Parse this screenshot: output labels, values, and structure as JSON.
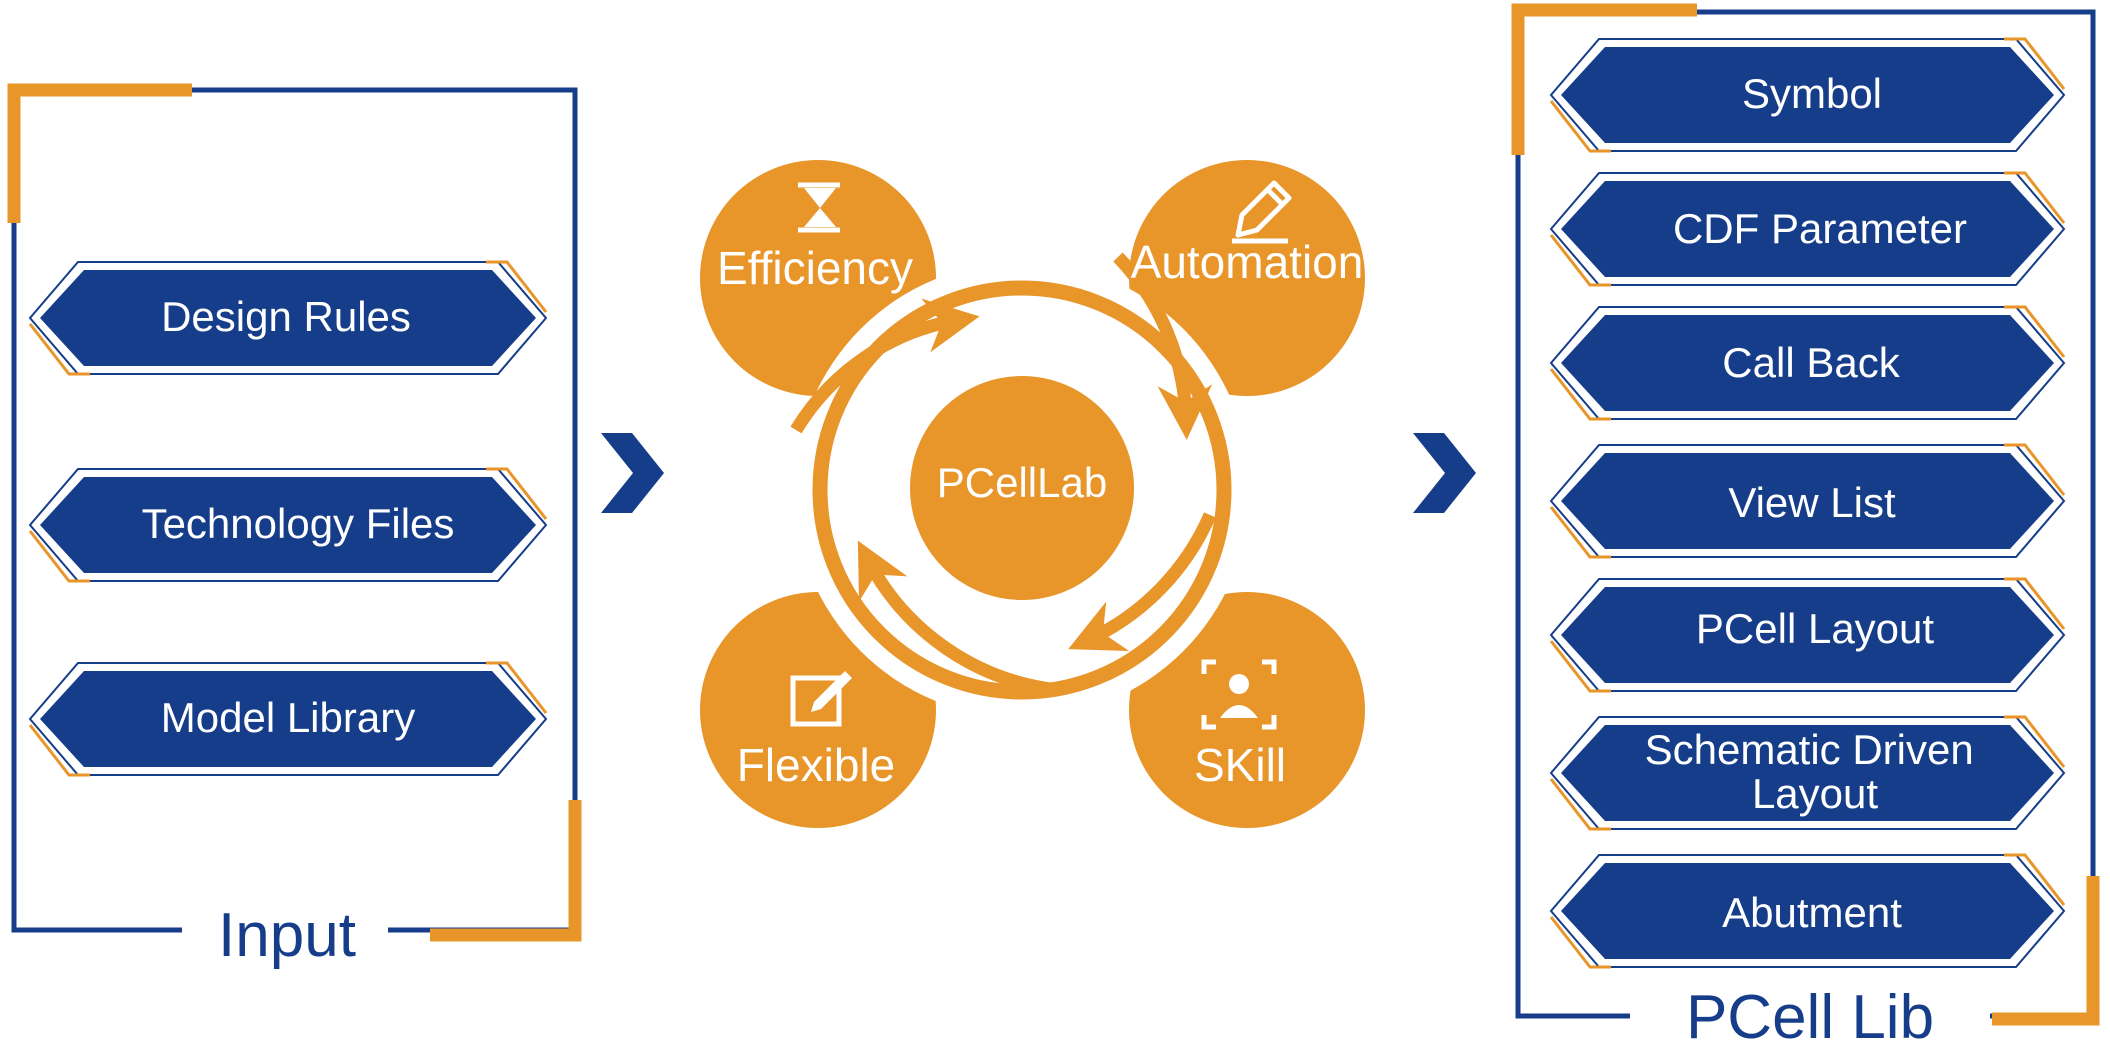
{
  "colors": {
    "navy": "#163d8a",
    "orange": "#e8952a",
    "white": "#ffffff"
  },
  "input_panel": {
    "title": "Input",
    "items": [
      "Design Rules",
      "Technology Files",
      "Model Library"
    ]
  },
  "center": {
    "core_label": "PCellLab",
    "features": [
      {
        "label": "Efficiency",
        "icon": "hourglass-icon"
      },
      {
        "label": "Automation",
        "icon": "pencil-icon"
      },
      {
        "label": "Flexible",
        "icon": "edit-square-icon"
      },
      {
        "label": "SKill",
        "icon": "person-scan-icon"
      }
    ]
  },
  "arrows": {
    "icon": "chevron-right-icon"
  },
  "output_panel": {
    "title": "PCell Lib",
    "items": [
      "Symbol",
      "CDF Parameter",
      "Call Back",
      "View List",
      "PCell Layout",
      "Schematic Driven Layout",
      "Abutment"
    ]
  }
}
